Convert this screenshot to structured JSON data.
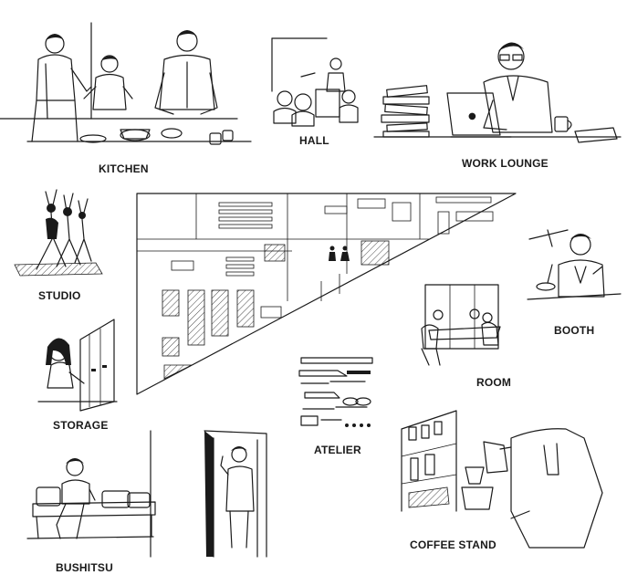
{
  "labels": {
    "kitchen": "KITCHEN",
    "hall": "HALL",
    "work_lounge": "WORK LOUNGE",
    "studio": "STUDIO",
    "booth": "BOOTH",
    "room": "ROOM",
    "storage": "STORAGE",
    "atelier": "ATELIER",
    "coffee_stand": "COFFEE STAND",
    "bushitsu": "BUSHITSU"
  },
  "floorplan_signs": {
    "restroom_icon": "restroom-icon"
  },
  "colors": {
    "ink": "#1a1a1a",
    "background": "#ffffff"
  }
}
